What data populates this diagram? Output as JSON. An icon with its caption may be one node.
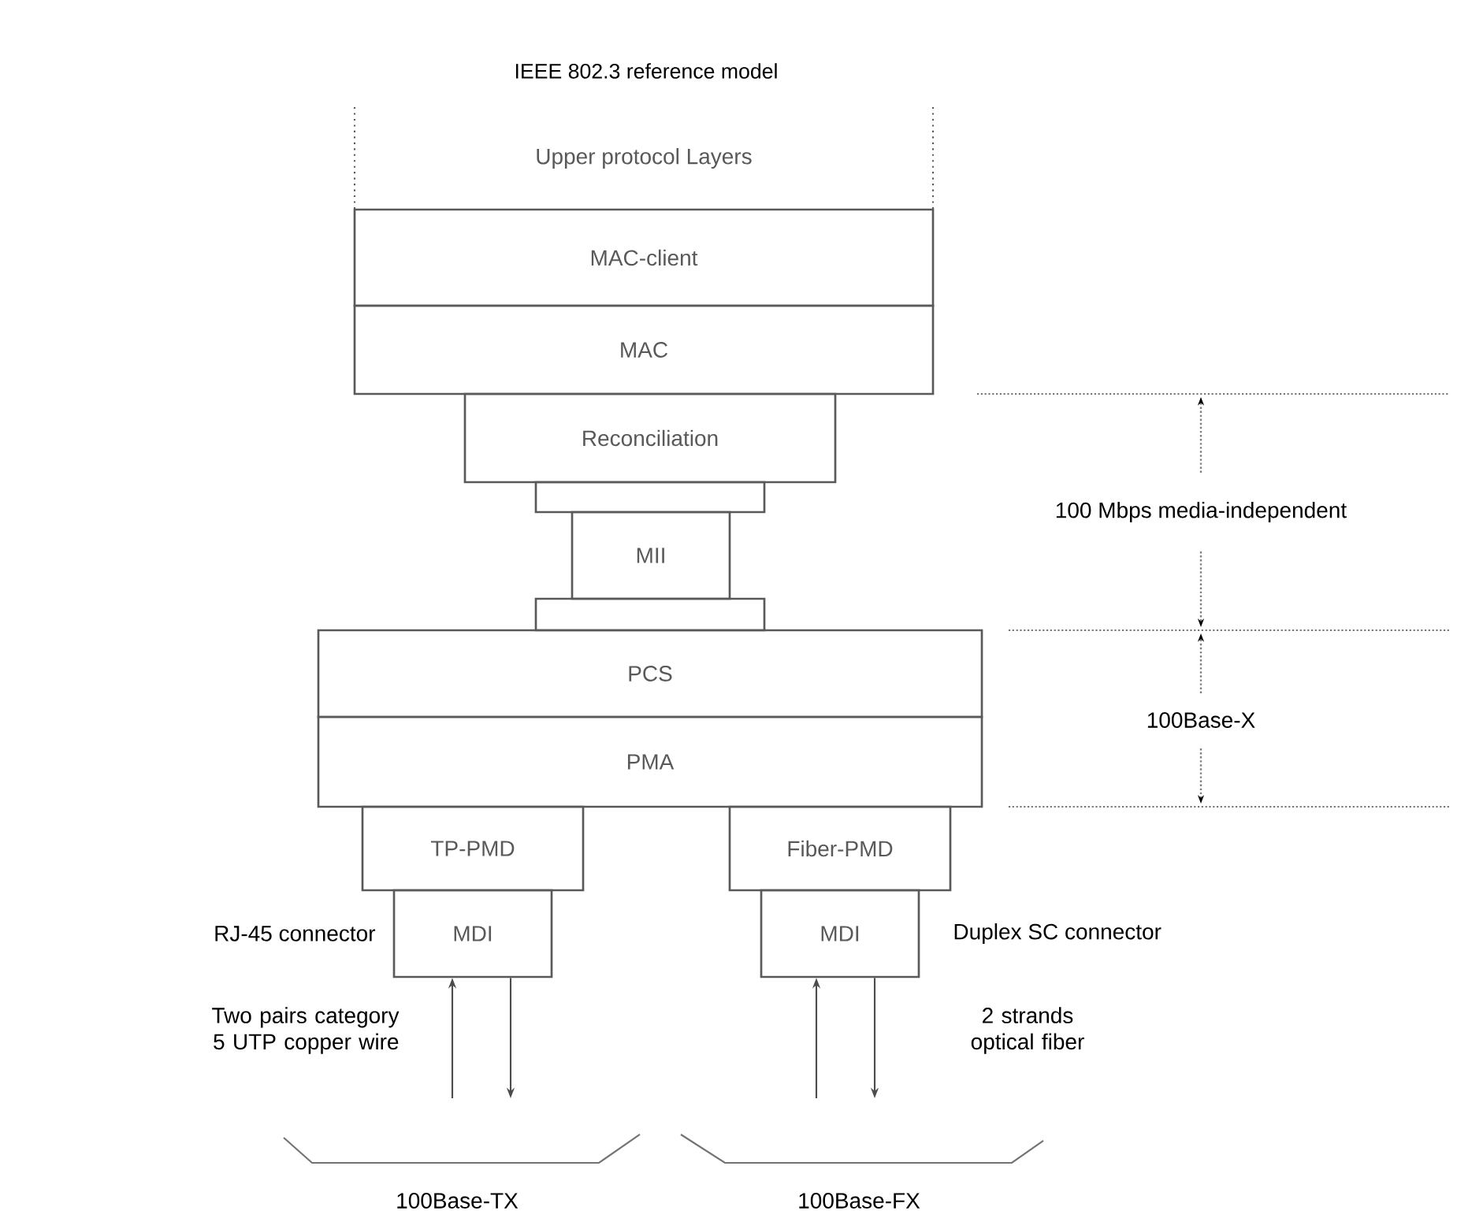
{
  "diagram": {
    "title": "IEEE 802.3 reference model",
    "nodes": [
      {
        "text": [
          "Upper protocol Layers"
        ]
      },
      {
        "text": [
          "MAC-client"
        ]
      },
      {
        "text": [
          "MAC"
        ]
      },
      {
        "text": [
          "Reconciliation"
        ]
      },
      {
        "text": [],
        "shape": "box"
      },
      {
        "text": [
          "MII"
        ]
      },
      {
        "text": [],
        "shape": "box"
      },
      {
        "text": [
          "PCS"
        ]
      },
      {
        "text": [
          "PMA"
        ]
      },
      {
        "text": [
          "TP-PMD"
        ]
      },
      {
        "text": [
          "MDI"
        ],
        "beside": [
          "RJ-45 connector"
        ]
      },
      {
        "text": [
          "Fiber-PMD"
        ]
      },
      {
        "text": [
          "MDI"
        ],
        "beside": [
          "Duplex SC connector"
        ]
      }
    ],
    "edges": [
      {
        "from": null,
        "to": 10,
        "arrow": "to"
      },
      {
        "from": 10,
        "to": null,
        "arrow": "to"
      },
      {
        "from": null,
        "to": 12,
        "arrow": "to"
      },
      {
        "from": 12,
        "to": null,
        "arrow": "to"
      }
    ],
    "labels": [
      "100 Mbps media-independent",
      "100Base-X",
      "Two pairs category 5 UTP copper wire",
      "2 strands optical fiber",
      "100Base-TX",
      "100Base-FX"
    ]
  }
}
